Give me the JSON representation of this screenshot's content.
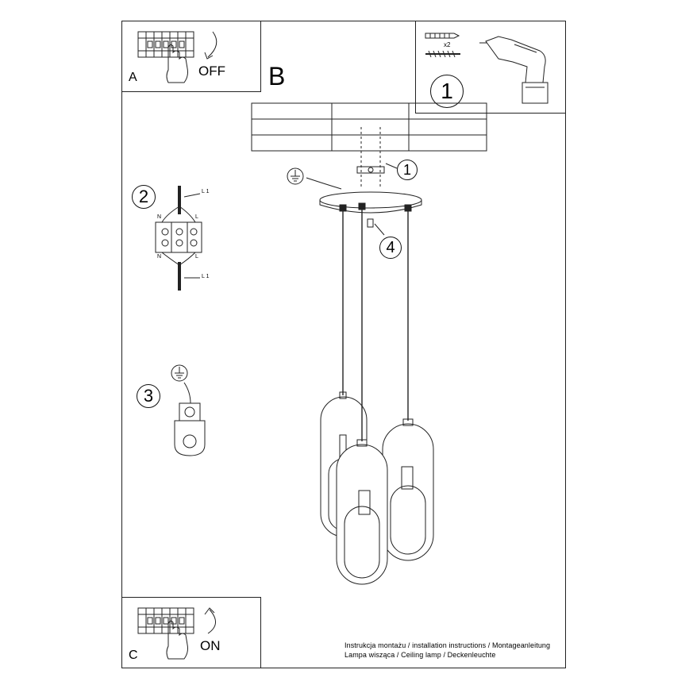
{
  "panel_a": {
    "letter": "A",
    "action": "OFF"
  },
  "panel_c": {
    "letter": "C",
    "action": "ON"
  },
  "panel_b": {
    "letter": "B"
  },
  "tools": {
    "step": "1",
    "qty": "x2"
  },
  "steps": {
    "s1": "1",
    "s2": "2",
    "s3": "3",
    "s4": "4"
  },
  "wiring": {
    "l1_top": "L 1",
    "l1_bottom": "L 1",
    "n_top": "N",
    "n_bottom": "N",
    "l_top": "L",
    "l_bottom": "L"
  },
  "footer": {
    "line1": "Instrukcja montażu / installation instructions / Montageanleitung",
    "line2": "Lampa wisząca / Ceiling lamp / Deckenleuchte"
  }
}
